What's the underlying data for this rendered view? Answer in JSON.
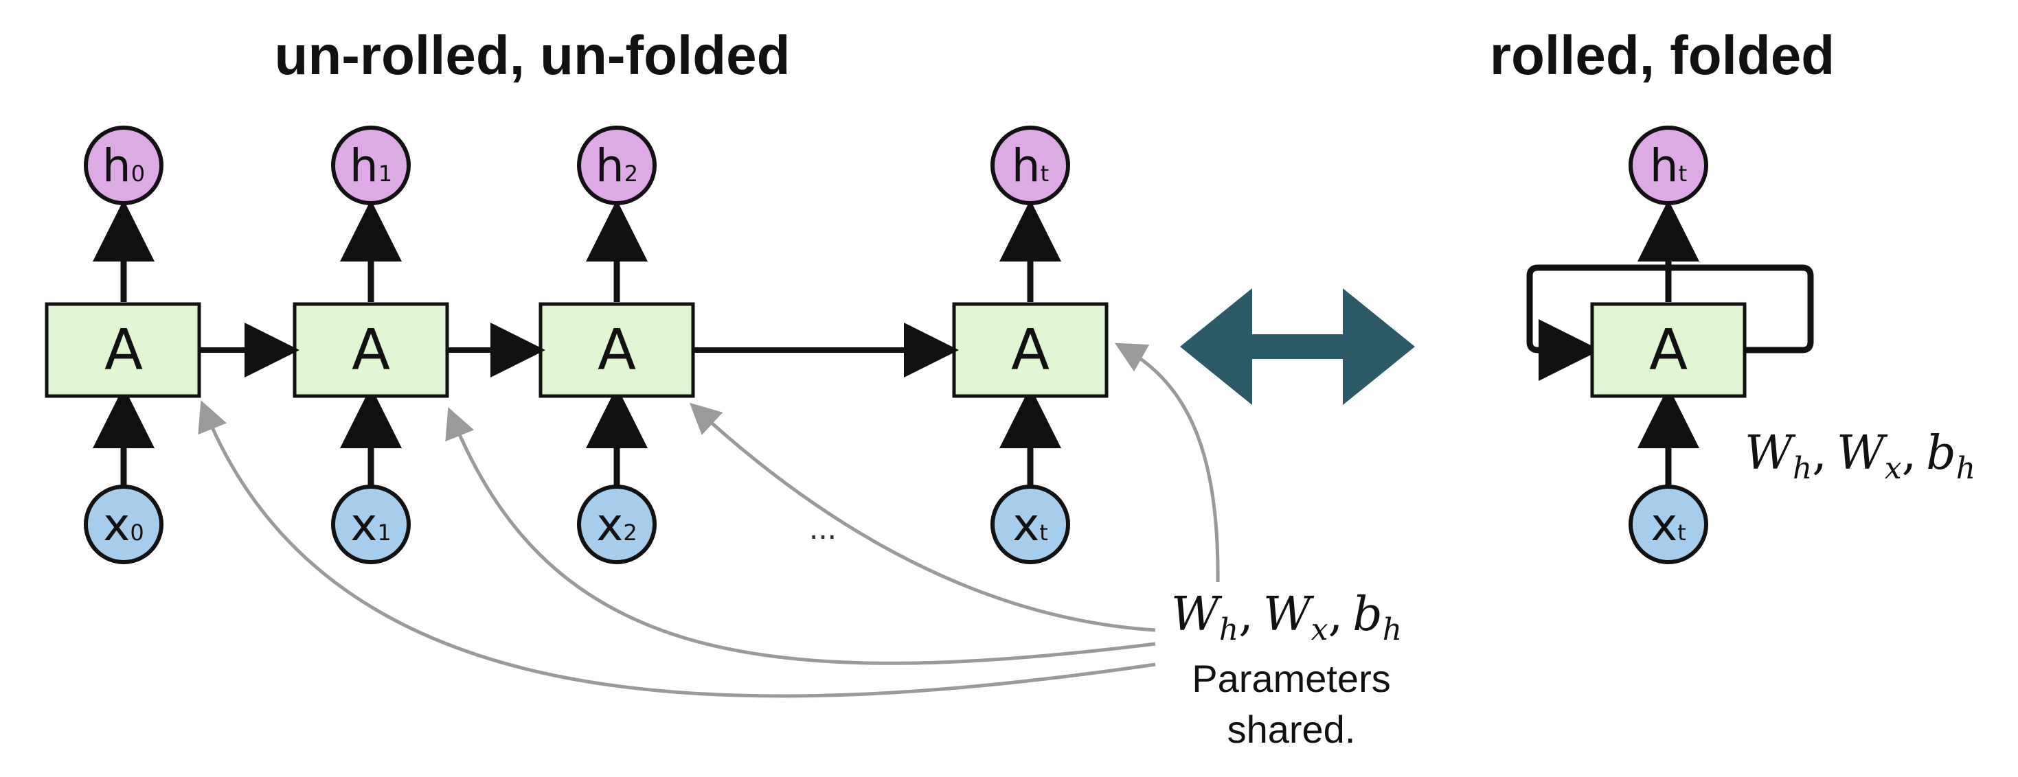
{
  "titles": {
    "unrolled": "un-rolled, un-folded",
    "rolled": "rolled, folded"
  },
  "cell_label": "A",
  "unrolled": {
    "steps": [
      {
        "h": "h",
        "h_sub": "0",
        "x": "x",
        "x_sub": "0"
      },
      {
        "h": "h",
        "h_sub": "1",
        "x": "x",
        "x_sub": "1"
      },
      {
        "h": "h",
        "h_sub": "2",
        "x": "x",
        "x_sub": "2"
      },
      {
        "h": "h",
        "h_sub": "t",
        "x": "x",
        "x_sub": "t"
      }
    ],
    "ellipsis": "..."
  },
  "rolled": {
    "h": "h",
    "h_sub": "t",
    "x": "x",
    "x_sub": "t"
  },
  "params": {
    "W": "W",
    "h_sub": "h",
    "x_sub": "x",
    "b": "b",
    "comma": ",",
    "caption_line1": "Parameters",
    "caption_line2": "shared."
  },
  "colors": {
    "cell_fill": "#e2f5d3",
    "output_node_fill": "#ddaae6",
    "input_node_fill": "#a6cdec",
    "double_arrow_fill": "#2c5967",
    "shared_arrow": "#9a9a9a",
    "stroke": "#111111"
  }
}
